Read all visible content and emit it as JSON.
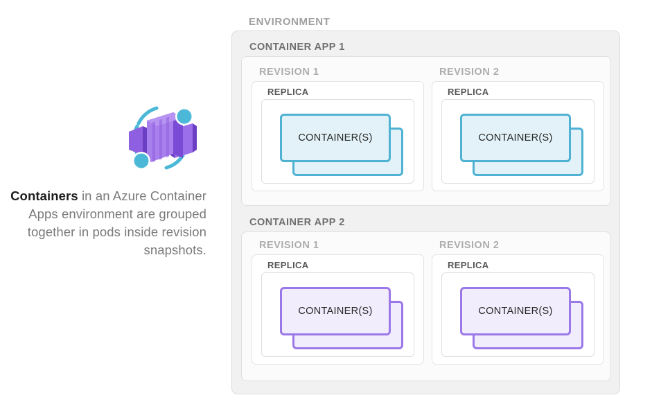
{
  "caption": {
    "bold_word": "Containers",
    "rest": " in an Azure Container Apps environment are grouped together in pods inside revision snapshots."
  },
  "logo": {
    "name": "azure-container-apps-logo",
    "purple_dark": "#6B3FC4",
    "purple_mid": "#8E5FE0",
    "purple_light": "#A87FEC",
    "cyan": "#4BB8D8"
  },
  "colors": {
    "environment_fill": "#F1F1F1",
    "app_fill": "#FBFBFB",
    "revision_fill": "#FFFFFF",
    "replica_fill": "#FFFFFF",
    "cyan_border": "#4FB2D3",
    "cyan_fill": "#E2F2F8",
    "purple_border": "#9B78E8",
    "purple_fill": "#F2EDFC",
    "label_env": "#A0A0A0",
    "label_app": "#6E6E6E",
    "label_revision": "#ADADAD",
    "label_replica": "#575757",
    "container_text": "#262626"
  },
  "environment": {
    "label": "ENVIRONMENT",
    "apps": [
      {
        "label": "CONTAINER APP 1",
        "accent": "cyan",
        "revisions": [
          {
            "label": "REVISION 1",
            "replica": {
              "label": "REPLICA",
              "container_label": "CONTAINER(S)",
              "stack_count": 2
            }
          },
          {
            "label": "REVISION 2",
            "replica": {
              "label": "REPLICA",
              "container_label": "CONTAINER(S)",
              "stack_count": 2
            }
          }
        ]
      },
      {
        "label": "CONTAINER APP 2",
        "accent": "purple",
        "revisions": [
          {
            "label": "REVISION 1",
            "replica": {
              "label": "REPLICA",
              "container_label": "CONTAINER(S)",
              "stack_count": 2
            }
          },
          {
            "label": "REVISION 2",
            "replica": {
              "label": "REPLICA",
              "container_label": "CONTAINER(S)",
              "stack_count": 2
            }
          }
        ]
      }
    ]
  }
}
